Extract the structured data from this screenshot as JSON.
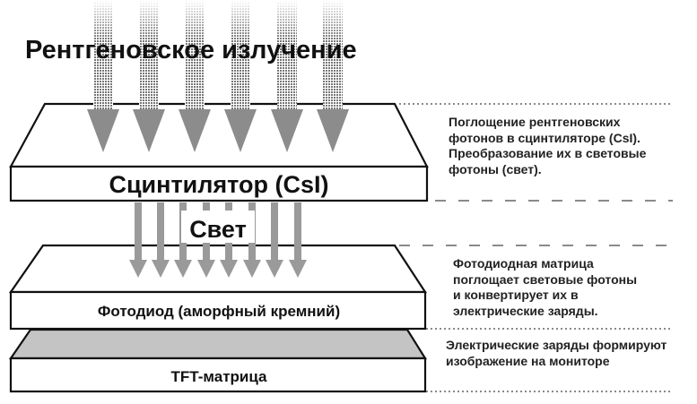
{
  "diagram": {
    "title": "Рентгеновское излучение",
    "scintillator_label": "Сцинтилятор (CsI)",
    "light_label": "Свет",
    "photodiode_label": "Фотодиод (аморфный кремний)",
    "tft_label": "TFT-матрица"
  },
  "descriptions": {
    "scintillator": [
      "Поглощение рентгеновских",
      "фотонов в сцинтиляторе (CsI).",
      "Преобразование их в световые",
      "фотоны (свет)."
    ],
    "photodiode": [
      "Фотодиодная матрица",
      "поглощает световые фотоны",
      "и конвертирует их в",
      "электрические заряды."
    ],
    "tft": [
      "Электрические заряды формируют",
      "изображение на мониторе"
    ]
  },
  "colors": {
    "xray_arrow": "#8c8c8c",
    "light_arrow": "#9a9a9a",
    "tft_top": "#c4c4c4",
    "outline": "#111111"
  }
}
